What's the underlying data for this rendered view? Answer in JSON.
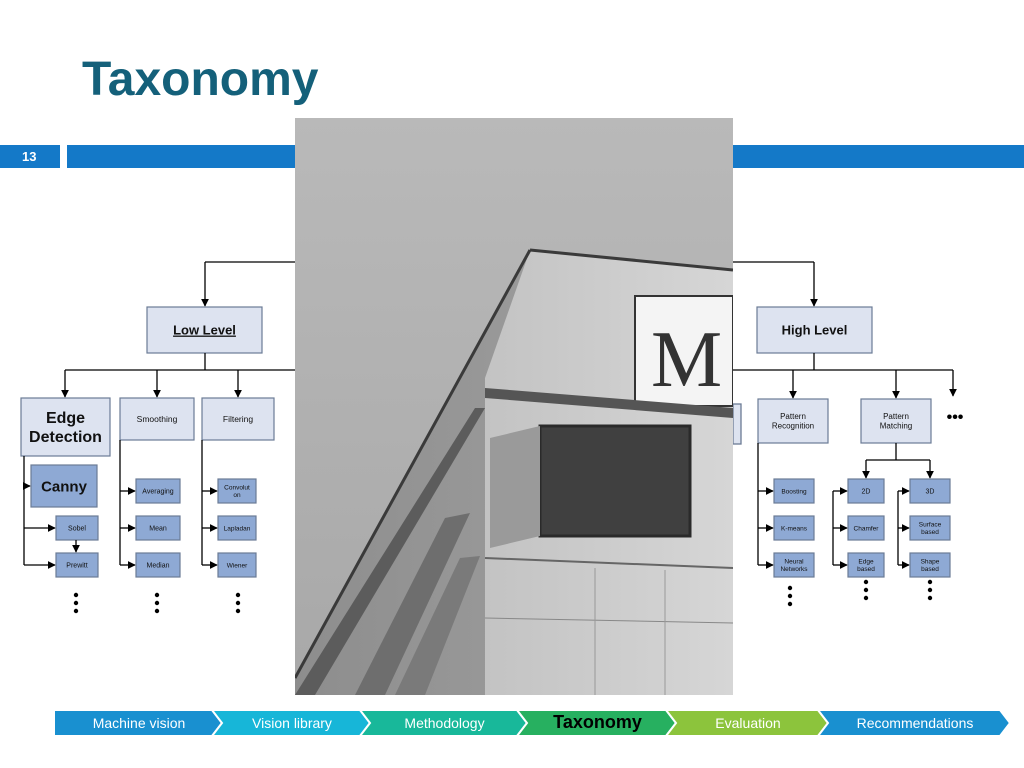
{
  "slide": {
    "title": "Taxonomy",
    "number": "13"
  },
  "diagram": {
    "low_level": {
      "label": "Low Level",
      "children": [
        {
          "label": [
            "Edge",
            "Detection"
          ],
          "items": [
            "Canny",
            "Sobel",
            "Prewitt"
          ]
        },
        {
          "label": [
            "Smoothing"
          ],
          "items": [
            "Averaging",
            "Mean",
            "Median"
          ]
        },
        {
          "label": [
            "Filtering"
          ],
          "items": [
            [
              "Convolut",
              "on"
            ],
            [
              "Lapladan"
            ],
            [
              "Wiener"
            ]
          ]
        }
      ]
    },
    "high_level": {
      "label": "High Level",
      "children": [
        {
          "label": [
            "Pattern",
            "Recognition"
          ],
          "items": [
            [
              "Boosting"
            ],
            [
              "K-means"
            ],
            [
              "Neural",
              "Networks"
            ]
          ]
        },
        {
          "label": [
            "Pattern",
            "Matching"
          ],
          "groups": [
            {
              "label": "2D",
              "items": [
                [
                  "Chamfer"
                ],
                [
                  "Edge",
                  "based"
                ]
              ]
            },
            {
              "label": "3D",
              "items": [
                [
                  "Surface",
                  "based"
                ],
                [
                  "Shape",
                  "based"
                ]
              ]
            }
          ]
        }
      ],
      "more": "•••"
    },
    "colors": {
      "box_light": "#dde3f0",
      "box_mid": "#8ea9d4",
      "box_border": "#6b7b95",
      "line": "#000000"
    }
  },
  "photo": {
    "icons": [
      "building-photo"
    ]
  },
  "nav": {
    "items": [
      {
        "label": "Machine vision",
        "color": "#1990d0",
        "active": false
      },
      {
        "label": "Vision library",
        "color": "#17b6d8",
        "active": false
      },
      {
        "label": "Methodology",
        "color": "#18b89a",
        "active": false
      },
      {
        "label": "Taxonomy",
        "color": "#27b060",
        "active": true
      },
      {
        "label": "Evaluation",
        "color": "#8cc43c",
        "active": false
      },
      {
        "label": "Recommendations",
        "color": "#1990d0",
        "active": false
      }
    ]
  }
}
